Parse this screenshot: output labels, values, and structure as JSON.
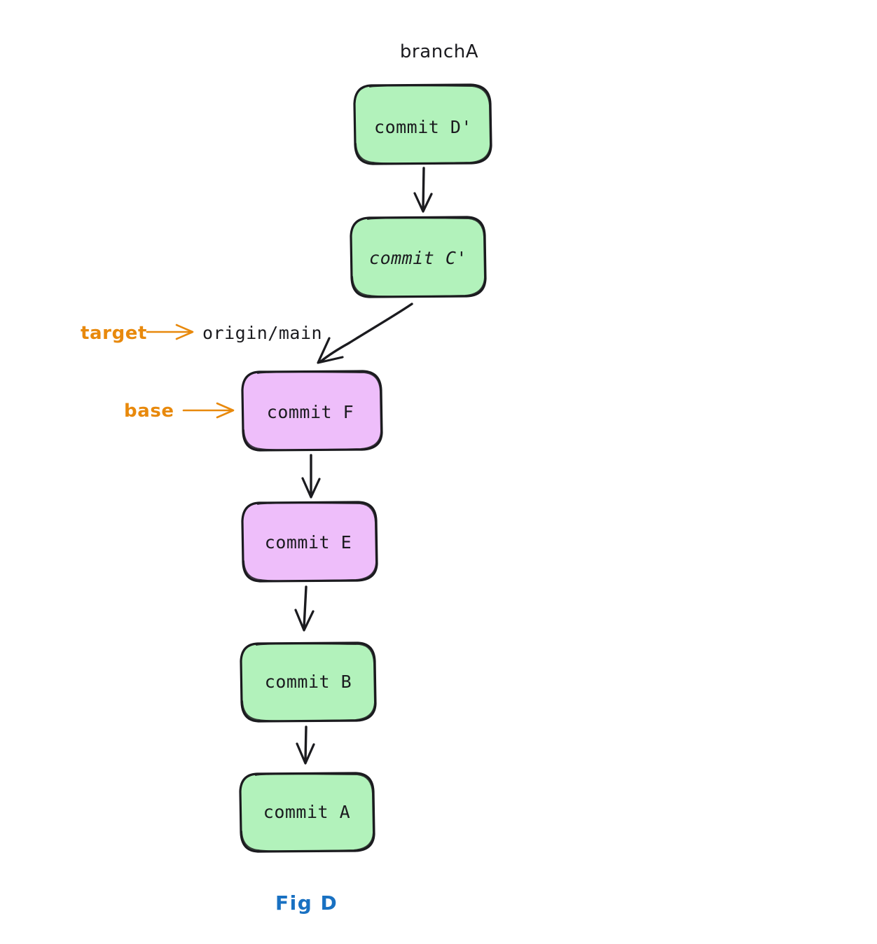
{
  "figure": {
    "caption": "Fig D",
    "caption_color": "#1971c2",
    "background": "#ffffff"
  },
  "palette": {
    "commit_green_fill": "#b2f2bb",
    "commit_purple_fill": "#eebefa",
    "stroke_dark": "#1b1b1f",
    "annotation_orange": "#e8890c",
    "caption_blue": "#1971c2"
  },
  "branch_labels": [
    {
      "id": "branchA",
      "text": "branchA",
      "style": "handwritten"
    }
  ],
  "ref_labels": [
    {
      "id": "origin-main",
      "text": "origin/main",
      "style": "monospace"
    }
  ],
  "annotations": [
    {
      "id": "target",
      "text": "target",
      "color": "#e8890c",
      "points_to": "origin/main"
    },
    {
      "id": "base",
      "text": "base",
      "color": "#e8890c",
      "points_to": "commit F"
    }
  ],
  "nodes": [
    {
      "id": "d-prime",
      "label": "commit D'",
      "fill": "#b2f2bb",
      "color_name": "green",
      "italic": false
    },
    {
      "id": "c-prime",
      "label": "commit C'",
      "fill": "#b2f2bb",
      "color_name": "green",
      "italic": true
    },
    {
      "id": "f",
      "label": "commit F",
      "fill": "#eebefa",
      "color_name": "purple",
      "italic": false
    },
    {
      "id": "e",
      "label": "commit E",
      "fill": "#eebefa",
      "color_name": "purple",
      "italic": false
    },
    {
      "id": "b",
      "label": "commit B",
      "fill": "#b2f2bb",
      "color_name": "green",
      "italic": false
    },
    {
      "id": "a",
      "label": "commit A",
      "fill": "#b2f2bb",
      "color_name": "green",
      "italic": false
    }
  ],
  "edges": [
    {
      "id": "d-to-c",
      "from": "commit D'",
      "to": "commit C'",
      "shape": "straight"
    },
    {
      "id": "c-to-f",
      "from": "commit C'",
      "to": "commit F",
      "shape": "curved"
    },
    {
      "id": "f-to-e",
      "from": "commit F",
      "to": "commit E",
      "shape": "straight"
    },
    {
      "id": "e-to-b",
      "from": "commit E",
      "to": "commit B",
      "shape": "straight"
    },
    {
      "id": "b-to-a",
      "from": "commit B",
      "to": "commit A",
      "shape": "straight"
    }
  ]
}
